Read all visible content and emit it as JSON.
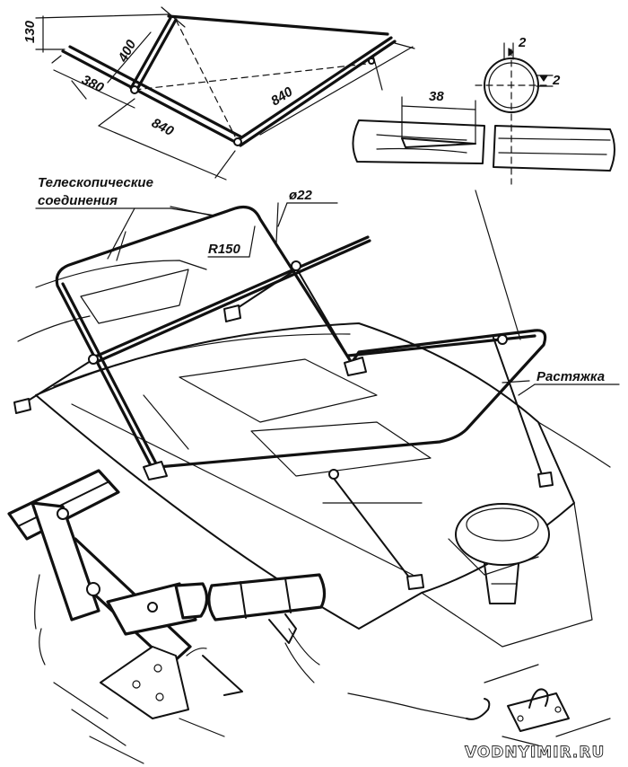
{
  "labels": {
    "telescopic_line1": "Телескопические",
    "telescopic_line2": "соединения",
    "tube_diameter": "ø22",
    "bend_radius": "R150",
    "guy_rope": "Растяжка"
  },
  "frame_dimensions": {
    "height": "130",
    "upper_arm": "400",
    "short_arm": "380",
    "long_arm_left": "840",
    "long_arm_right": "840"
  },
  "tube_detail": {
    "joint_length": "38",
    "wall_thickness_top": "2",
    "wall_thickness_side": "2"
  },
  "watermark": "VODNYIMIR.RU"
}
